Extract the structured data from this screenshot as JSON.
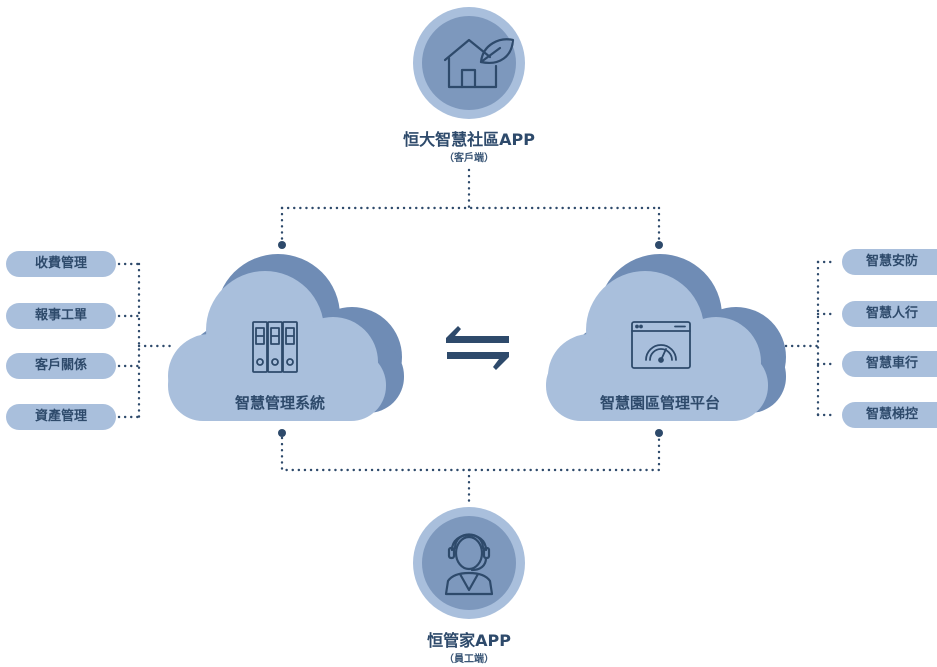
{
  "top_app": {
    "title": "恒大智慧社區APP",
    "subtitle": "（客戶端）",
    "icon": "house-leaf-icon"
  },
  "bottom_app": {
    "title": "恒管家APP",
    "subtitle": "（員工端）",
    "icon": "staff-headset-icon"
  },
  "left_cloud": {
    "title": "智慧管理系統",
    "icon": "server-rack-icon"
  },
  "right_cloud": {
    "title": "智慧園區管理平台",
    "icon": "dashboard-gauge-icon"
  },
  "exchange_icon": "bidirectional-arrows-icon",
  "left_modules": [
    "收費管理",
    "報事工單",
    "客戶關係",
    "資產管理"
  ],
  "right_modules": [
    "智慧安防",
    "智慧人行",
    "智慧車行",
    "智慧梯控"
  ],
  "colors": {
    "circle_outer": "#a9bfdc",
    "circle_inner": "#7d98bd",
    "cloud_front": "#a9bfdc",
    "cloud_back": "#6f8cb5",
    "line": "#2e4a6b",
    "text": "#2e4a6b"
  }
}
